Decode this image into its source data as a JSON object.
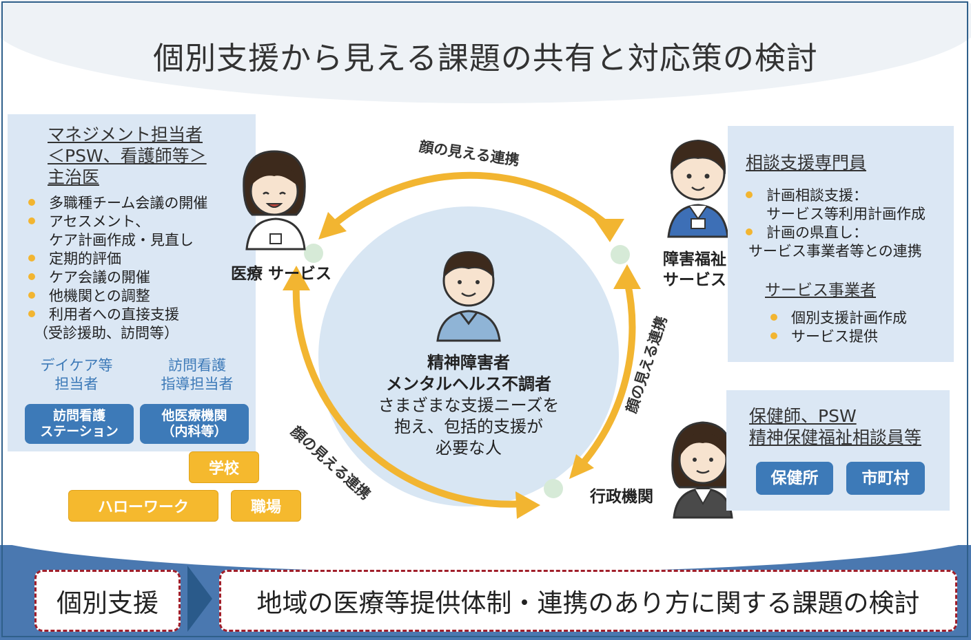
{
  "title": "個別支援から見える課題の共有と対応策の検討",
  "left_panel": {
    "heading_lines": [
      "マネジメント担当者",
      "＜PSW、看護師等＞",
      "主治医"
    ],
    "bullets": [
      "多職種チーム会議の開催",
      "アセスメント、",
      "ケア計画作成・見直し",
      "定期的評価",
      "ケア会議の開催",
      "他機関との調整",
      "利用者への直接支援",
      "（受診援助、訪問等）"
    ],
    "roles": [
      {
        "line1": "デイケア等",
        "line2": "担当者"
      },
      {
        "line1": "訪問看護",
        "line2": "指導担当者"
      }
    ],
    "buttons": [
      "訪問看護\nステーション",
      "他医療機関\n（内科等）"
    ]
  },
  "yellow_boxes": [
    "学校",
    "ハローワーク",
    "職場"
  ],
  "medical_label": "医療 サービス",
  "welfare_label": [
    "障害福祉",
    "サービス"
  ],
  "admin_label": "行政機関",
  "arc_labels": [
    "顔の見える連携",
    "顔の見える連携",
    "顔の見える連携"
  ],
  "center": {
    "bold_lines": [
      "精神障害者",
      "メンタルヘルス不調者"
    ],
    "normal_lines": [
      "さまざまな支援ニーズを",
      "抱え、包括的支援が",
      "必要な人"
    ]
  },
  "right_top_panel": {
    "heading": "相談支援専門員",
    "items": [
      {
        "bullet": "計画相談支援：",
        "sub": "サービス等利用計画作成"
      },
      {
        "bullet": "計画の県直し：",
        "sub": "サービス事業者等との連携"
      }
    ],
    "heading2": "サービス事業者",
    "items2": [
      "個別支援計画作成",
      "サービス提供"
    ]
  },
  "right_bottom_panel": {
    "heading_lines": [
      "保健師、PSW",
      "精神保健福祉相談員等"
    ],
    "buttons": [
      "保健所",
      "市町村"
    ]
  },
  "bottom": {
    "left": "個別支援",
    "right": "地域の医療等提供体制・連携のあり方に関する課題の検討"
  },
  "colors": {
    "arrow": "#f2b531",
    "panel": "#dbe7f4",
    "blue": "#3d7ab8",
    "circle": "#d8e6f3",
    "dashed_border": "#a01e2a",
    "bottom_band": "#4a78b0"
  }
}
